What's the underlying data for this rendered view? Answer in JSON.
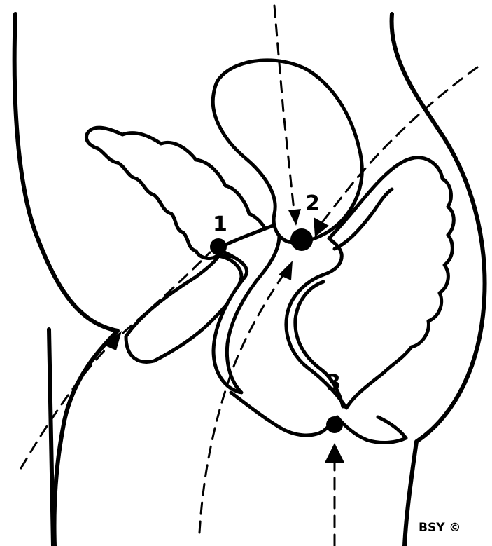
{
  "labels": {
    "site_1": "1",
    "site_2": "2",
    "site_3": "3"
  },
  "credit": "BSY ©",
  "colors": {
    "line": "#000000",
    "background": "#ffffff"
  }
}
